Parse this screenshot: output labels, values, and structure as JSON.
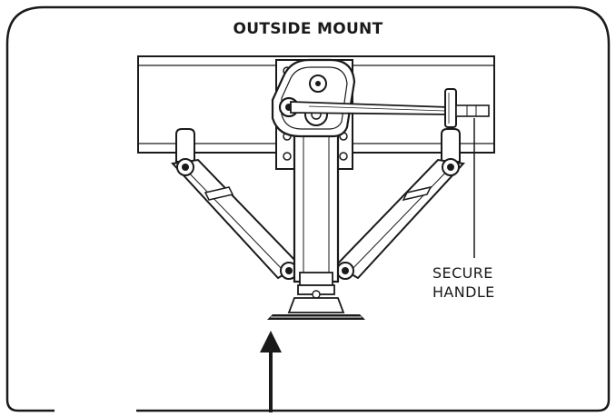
{
  "figure": {
    "title": "OUTSIDE MOUNT",
    "callout": {
      "line1": "SECURE",
      "line2": "HANDLE"
    },
    "colors": {
      "stroke": "#1a1a1a",
      "background": "#ffffff",
      "shade": "#e6e6e6"
    }
  }
}
